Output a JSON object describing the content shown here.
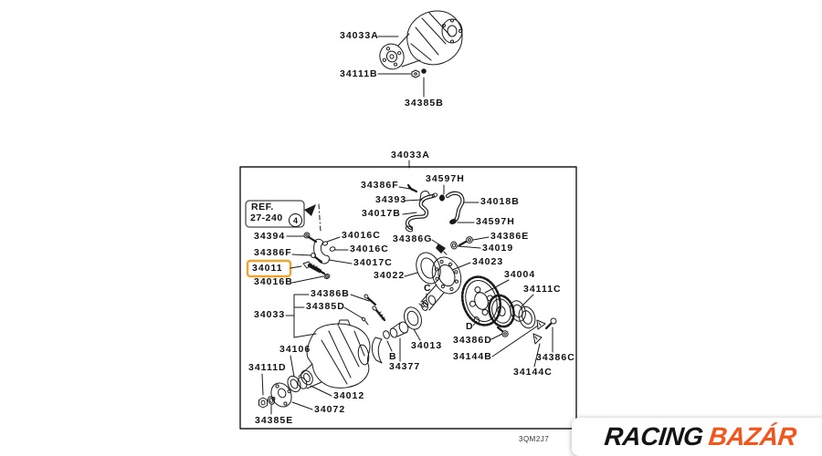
{
  "top_assembly": {
    "labels": {
      "a33a": "34033A",
      "a111b": "34111B",
      "a385b": "34385B"
    }
  },
  "box": {
    "title": "34033A",
    "code": "3QM2J7",
    "ref": {
      "l1": "REF.",
      "l2": "27-240",
      "num": "4"
    },
    "markers": {
      "b": "B",
      "c": "C",
      "d": "D"
    },
    "labels": {
      "p34386F_pipe": "34386F",
      "p34597H_top": "34597H",
      "p34393": "34393",
      "p34018B": "34018B",
      "p34017B": "34017B",
      "p34597H_low": "34597H",
      "p34394": "34394",
      "p34016C_a": "34016C",
      "p34386G": "34386G",
      "p34386E": "34386E",
      "p34386F_bkt": "34386F",
      "p34016C_b": "34016C",
      "p34019": "34019",
      "p34017C": "34017C",
      "p34023": "34023",
      "p34011": "34011",
      "p34022": "34022",
      "p34004": "34004",
      "p34016B": "34016B",
      "p34111C": "34111C",
      "p34386B": "34386B",
      "p34385D": "34385D",
      "p34033": "34033",
      "p34386D": "34386D",
      "p34013": "34013",
      "p34106": "34106",
      "p34144B": "34144B",
      "p34386C": "34386C",
      "p34111D": "34111D",
      "p34377": "34377",
      "p34144C": "34144C",
      "p34012": "34012",
      "p34072": "34072",
      "p34385E": "34385E"
    }
  },
  "watermark": {
    "racing": "RACING",
    "bazar": "BAZÁR"
  },
  "colors": {
    "highlight": "#efa42e",
    "bazar_orange": "#f2561d",
    "line": "#1a1a1a"
  }
}
